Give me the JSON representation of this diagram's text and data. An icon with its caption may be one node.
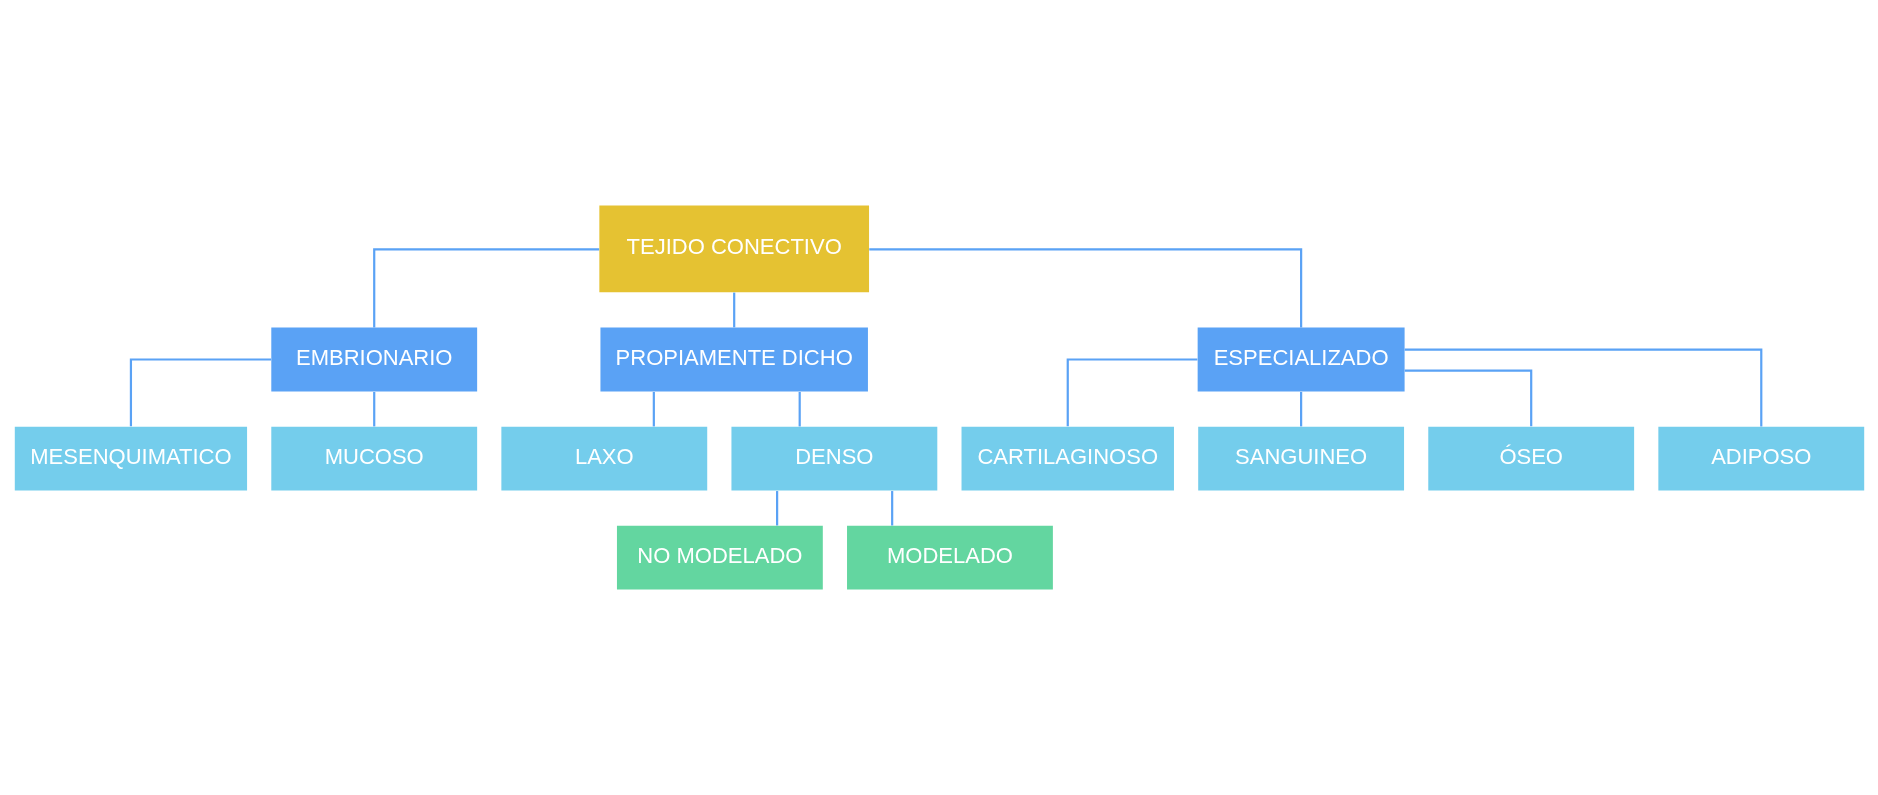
{
  "diagram": {
    "nodes": [
      {
        "text": [
          "TEJIDO CONECTIVO"
        ]
      },
      {
        "text": [
          "EMBRIONARIO"
        ]
      },
      {
        "text": [
          "PROPIAMENTE DICHO"
        ]
      },
      {
        "text": [
          "ESPECIALIZADO"
        ]
      },
      {
        "text": [
          "MESENQUIMATICO"
        ]
      },
      {
        "text": [
          "MUCOSO"
        ]
      },
      {
        "text": [
          "LAXO"
        ]
      },
      {
        "text": [
          "DENSO"
        ]
      },
      {
        "text": [
          "NO MODELADO"
        ]
      },
      {
        "text": [
          "MODELADO"
        ]
      },
      {
        "text": [
          "CARTILAGINOSO"
        ]
      },
      {
        "text": [
          "SANGUINEO"
        ]
      },
      {
        "text": [
          "ÓSEO"
        ]
      },
      {
        "text": [
          "ADIPOSO"
        ]
      }
    ],
    "edges": [
      {
        "from": 0,
        "to": 1,
        "arrow": "none"
      },
      {
        "from": 0,
        "to": 2,
        "arrow": "none"
      },
      {
        "from": 0,
        "to": 3,
        "arrow": "none"
      },
      {
        "from": 1,
        "to": 4,
        "arrow": "none"
      },
      {
        "from": 1,
        "to": 5,
        "arrow": "none"
      },
      {
        "from": 2,
        "to": 6,
        "arrow": "none"
      },
      {
        "from": 2,
        "to": 7,
        "arrow": "none"
      },
      {
        "from": 7,
        "to": 8,
        "arrow": "none"
      },
      {
        "from": 7,
        "to": 9,
        "arrow": "none"
      },
      {
        "from": 3,
        "to": 10,
        "arrow": "none"
      },
      {
        "from": 3,
        "to": 11,
        "arrow": "none"
      },
      {
        "from": 3,
        "to": 12,
        "arrow": "none"
      },
      {
        "from": 3,
        "to": 13,
        "arrow": "none"
      }
    ]
  }
}
